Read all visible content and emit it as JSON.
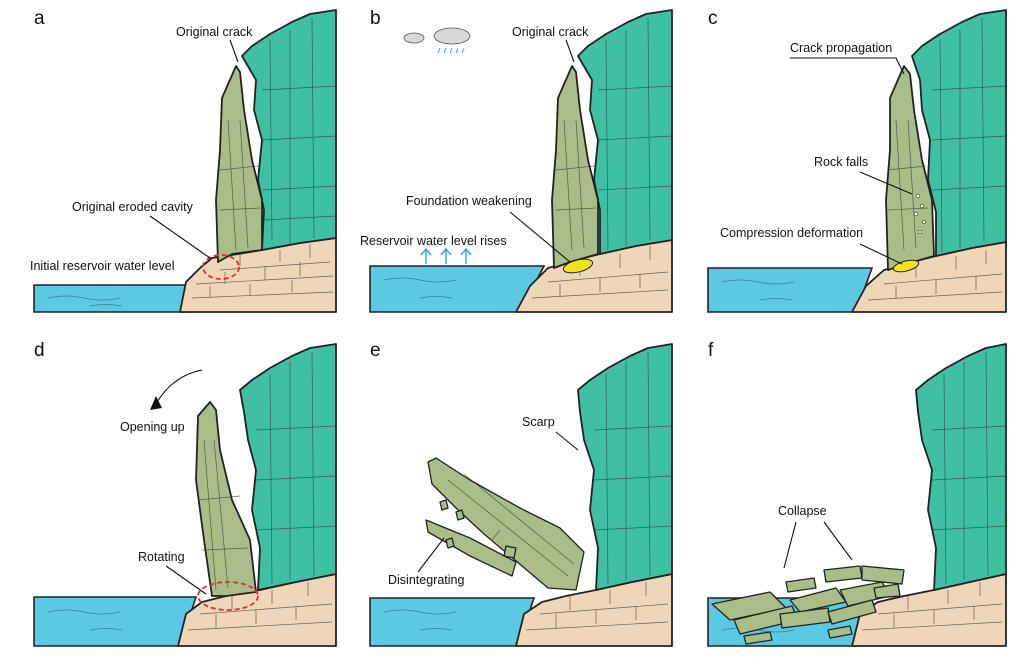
{
  "panels": [
    {
      "id": "a",
      "label": "a",
      "annotations": [
        "Original crack",
        "Original eroded cavity",
        "Initial reservoir water level"
      ]
    },
    {
      "id": "b",
      "label": "b",
      "annotations": [
        "Original crack",
        "Foundation weakening",
        "Reservoir water level rises"
      ]
    },
    {
      "id": "c",
      "label": "c",
      "annotations": [
        "Crack propagation",
        "Rock falls",
        "Compression deformation"
      ]
    },
    {
      "id": "d",
      "label": "d",
      "annotations": [
        "Opening up",
        "Rotating"
      ]
    },
    {
      "id": "e",
      "label": "e",
      "annotations": [
        "Scarp",
        "Disintegrating"
      ]
    },
    {
      "id": "f",
      "label": "f",
      "annotations": [
        "Collapse"
      ]
    }
  ],
  "colors": {
    "water": "#5bc9e3",
    "bedrock": "#efd6b8",
    "cliff": "#3fbfa3",
    "pillar": "#a8bd87",
    "weak_zone": "#f2e21e",
    "highlight_circle": "#e0302b",
    "arrow_rise": "#2aa7d6"
  },
  "icons": [
    "cloud-icon",
    "rain-cloud-icon"
  ]
}
